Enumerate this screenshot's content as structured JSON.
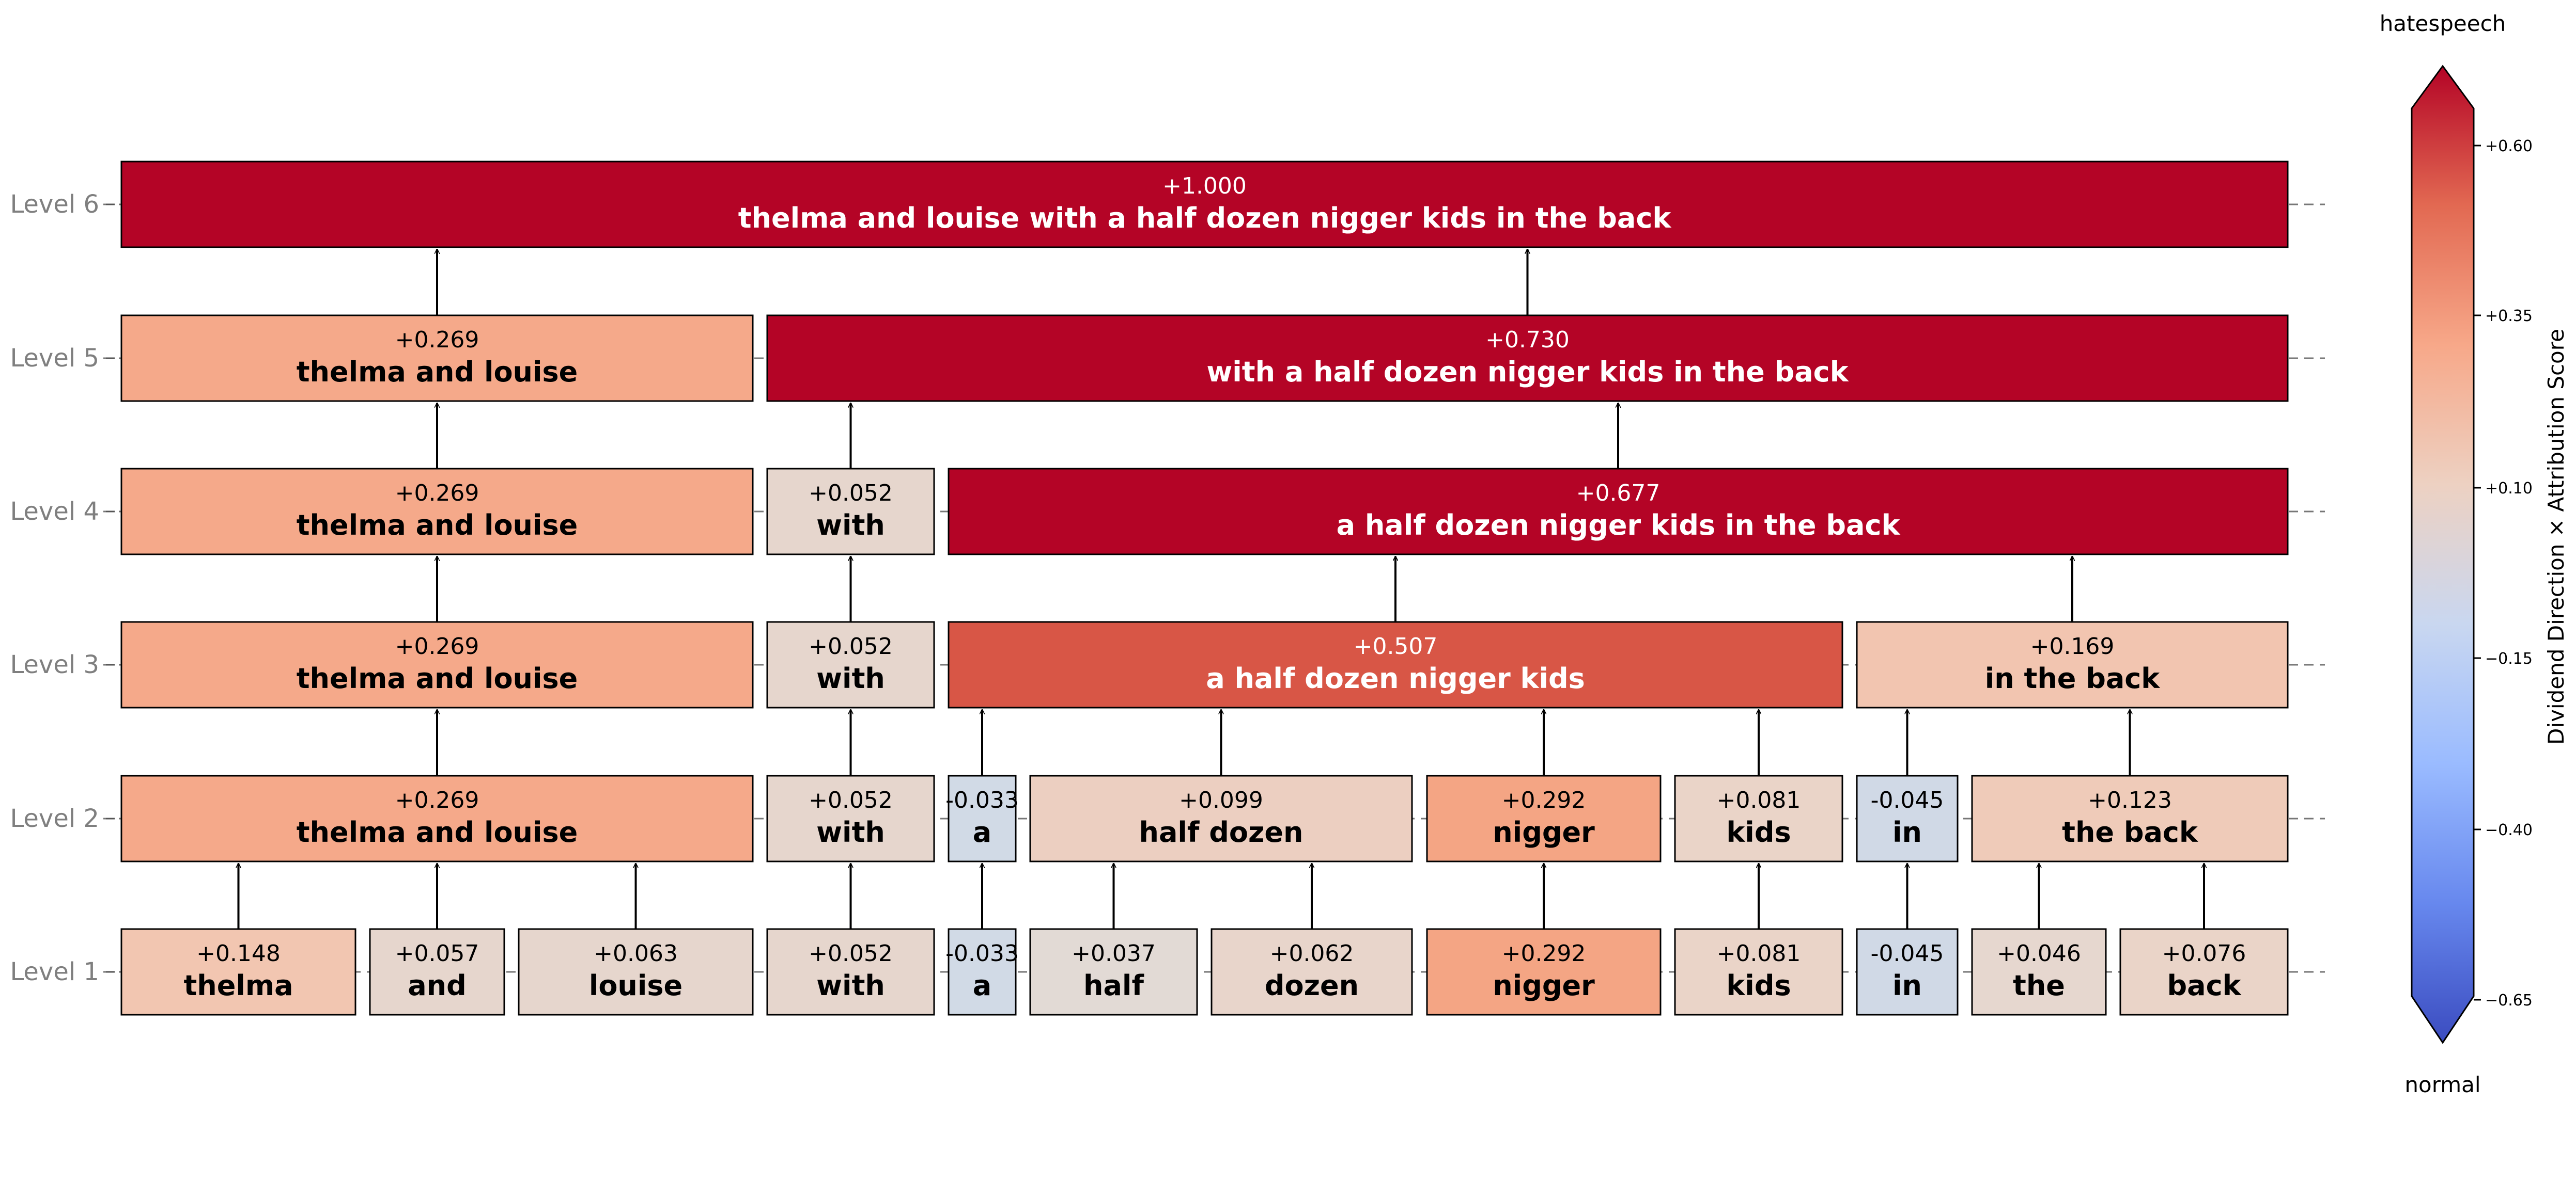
{
  "levels": [
    "Level 1",
    "Level 2",
    "Level 3",
    "Level 4",
    "Level 5",
    "Level 6"
  ],
  "nodes": [
    {
      "id": "l1_thelma",
      "level": 1,
      "score": "+0.148",
      "text": "thelma",
      "fill": "#f2c6b1",
      "tc": "#000000"
    },
    {
      "id": "l1_and",
      "level": 1,
      "score": "+0.057",
      "text": "and",
      "fill": "#e6d6cd",
      "tc": "#000000"
    },
    {
      "id": "l1_louise",
      "level": 1,
      "score": "+0.063",
      "text": "louise",
      "fill": "#e6d6cd",
      "tc": "#000000"
    },
    {
      "id": "l1_with",
      "level": 1,
      "score": "+0.052",
      "text": "with",
      "fill": "#e6d6cd",
      "tc": "#000000"
    },
    {
      "id": "l1_a",
      "level": 1,
      "score": "-0.033",
      "text": "a",
      "fill": "#d1dae6",
      "tc": "#000000"
    },
    {
      "id": "l1_half",
      "level": 1,
      "score": "+0.037",
      "text": "half",
      "fill": "#e2dad5",
      "tc": "#000000"
    },
    {
      "id": "l1_dozen",
      "level": 1,
      "score": "+0.062",
      "text": "dozen",
      "fill": "#e8d5cb",
      "tc": "#000000"
    },
    {
      "id": "l1_nigger",
      "level": 1,
      "score": "+0.292",
      "text": "nigger",
      "fill": "#f4a584",
      "tc": "#000000"
    },
    {
      "id": "l1_kids",
      "level": 1,
      "score": "+0.081",
      "text": "kids",
      "fill": "#ead4c8",
      "tc": "#000000"
    },
    {
      "id": "l1_in",
      "level": 1,
      "score": "-0.045",
      "text": "in",
      "fill": "#d0d9e6",
      "tc": "#000000"
    },
    {
      "id": "l1_the",
      "level": 1,
      "score": "+0.046",
      "text": "the",
      "fill": "#e6d7cf",
      "tc": "#000000"
    },
    {
      "id": "l1_back",
      "level": 1,
      "score": "+0.076",
      "text": "back",
      "fill": "#ead4c8",
      "tc": "#000000"
    },
    {
      "id": "l2_thelma",
      "level": 2,
      "score": "+0.269",
      "text": "thelma and louise",
      "fill": "#f5a98a",
      "tc": "#000000"
    },
    {
      "id": "l2_with",
      "level": 2,
      "score": "+0.052",
      "text": "with",
      "fill": "#e6d6cd",
      "tc": "#000000"
    },
    {
      "id": "l2_a",
      "level": 2,
      "score": "-0.033",
      "text": "a",
      "fill": "#d1dae6",
      "tc": "#000000"
    },
    {
      "id": "l2_halfdozen",
      "level": 2,
      "score": "+0.099",
      "text": "half dozen",
      "fill": "#eccfc1",
      "tc": "#000000"
    },
    {
      "id": "l2_nigger",
      "level": 2,
      "score": "+0.292",
      "text": "nigger",
      "fill": "#f4a584",
      "tc": "#000000"
    },
    {
      "id": "l2_kids",
      "level": 2,
      "score": "+0.081",
      "text": "kids",
      "fill": "#ead4c8",
      "tc": "#000000"
    },
    {
      "id": "l2_in",
      "level": 2,
      "score": "-0.045",
      "text": "in",
      "fill": "#d0d9e6",
      "tc": "#000000"
    },
    {
      "id": "l2_theback",
      "level": 2,
      "score": "+0.123",
      "text": "the back",
      "fill": "#efcbb9",
      "tc": "#000000"
    },
    {
      "id": "l3_thelma",
      "level": 3,
      "score": "+0.269",
      "text": "thelma and louise",
      "fill": "#f5a98a",
      "tc": "#000000"
    },
    {
      "id": "l3_with",
      "level": 3,
      "score": "+0.052",
      "text": "with",
      "fill": "#e6d6cd",
      "tc": "#000000"
    },
    {
      "id": "l3_ahalf",
      "level": 3,
      "score": "+0.507",
      "text": "a half dozen nigger kids",
      "fill": "#d85646",
      "tc": "#ffffff"
    },
    {
      "id": "l3_intheback",
      "level": 3,
      "score": "+0.169",
      "text": "in the back",
      "fill": "#f2c5b0",
      "tc": "#000000"
    },
    {
      "id": "l4_thelma",
      "level": 4,
      "score": "+0.269",
      "text": "thelma and louise",
      "fill": "#f5a98a",
      "tc": "#000000"
    },
    {
      "id": "l4_with",
      "level": 4,
      "score": "+0.052",
      "text": "with",
      "fill": "#e6d6cd",
      "tc": "#000000"
    },
    {
      "id": "l4_ahalf",
      "level": 4,
      "score": "+0.677",
      "text": "a half dozen nigger kids in the back",
      "fill": "#b40426",
      "tc": "#ffffff"
    },
    {
      "id": "l5_thelma",
      "level": 5,
      "score": "+0.269",
      "text": "thelma and louise",
      "fill": "#f5a98a",
      "tc": "#000000"
    },
    {
      "id": "l5_with",
      "level": 5,
      "score": "+0.730",
      "text": "with a half dozen nigger kids in the back",
      "fill": "#b40426",
      "tc": "#ffffff"
    },
    {
      "id": "l6_all",
      "level": 6,
      "score": "+1.000",
      "text": "thelma and louise with a half dozen nigger kids in the back",
      "fill": "#b40426",
      "tc": "#ffffff"
    }
  ],
  "edges": [
    [
      "l1_thelma",
      "l2_thelma"
    ],
    [
      "l1_and",
      "l2_thelma"
    ],
    [
      "l1_louise",
      "l2_thelma"
    ],
    [
      "l1_with",
      "l2_with"
    ],
    [
      "l1_a",
      "l2_a"
    ],
    [
      "l1_half",
      "l2_halfdozen"
    ],
    [
      "l1_dozen",
      "l2_halfdozen"
    ],
    [
      "l1_nigger",
      "l2_nigger"
    ],
    [
      "l1_kids",
      "l2_kids"
    ],
    [
      "l1_in",
      "l2_in"
    ],
    [
      "l1_the",
      "l2_theback"
    ],
    [
      "l1_back",
      "l2_theback"
    ],
    [
      "l2_thelma",
      "l3_thelma"
    ],
    [
      "l2_with",
      "l3_with"
    ],
    [
      "l2_a",
      "l3_ahalf"
    ],
    [
      "l2_halfdozen",
      "l3_ahalf"
    ],
    [
      "l2_nigger",
      "l3_ahalf"
    ],
    [
      "l2_kids",
      "l3_ahalf"
    ],
    [
      "l2_in",
      "l3_intheback"
    ],
    [
      "l2_theback",
      "l3_intheback"
    ],
    [
      "l3_thelma",
      "l4_thelma"
    ],
    [
      "l3_with",
      "l4_with"
    ],
    [
      "l3_ahalf",
      "l4_ahalf"
    ],
    [
      "l3_intheback",
      "l4_ahalf"
    ],
    [
      "l4_thelma",
      "l5_thelma"
    ],
    [
      "l4_with",
      "l5_with"
    ],
    [
      "l4_ahalf",
      "l5_with"
    ],
    [
      "l5_thelma",
      "l6_all"
    ],
    [
      "l5_with",
      "l6_all"
    ]
  ],
  "colorbar": {
    "title": "Dividend Direction × Attribution Score",
    "top_label": "hatespeech",
    "bottom_label": "normal",
    "ticks": [
      "+0.60",
      "+0.35",
      "+0.10",
      "−0.15",
      "−0.40",
      "−0.65"
    ],
    "stops": [
      "#3b4cc0",
      "#6788ee",
      "#9abbff",
      "#c9d7f0",
      "#edd1c2",
      "#f7a889",
      "#e26952",
      "#b40426"
    ]
  }
}
